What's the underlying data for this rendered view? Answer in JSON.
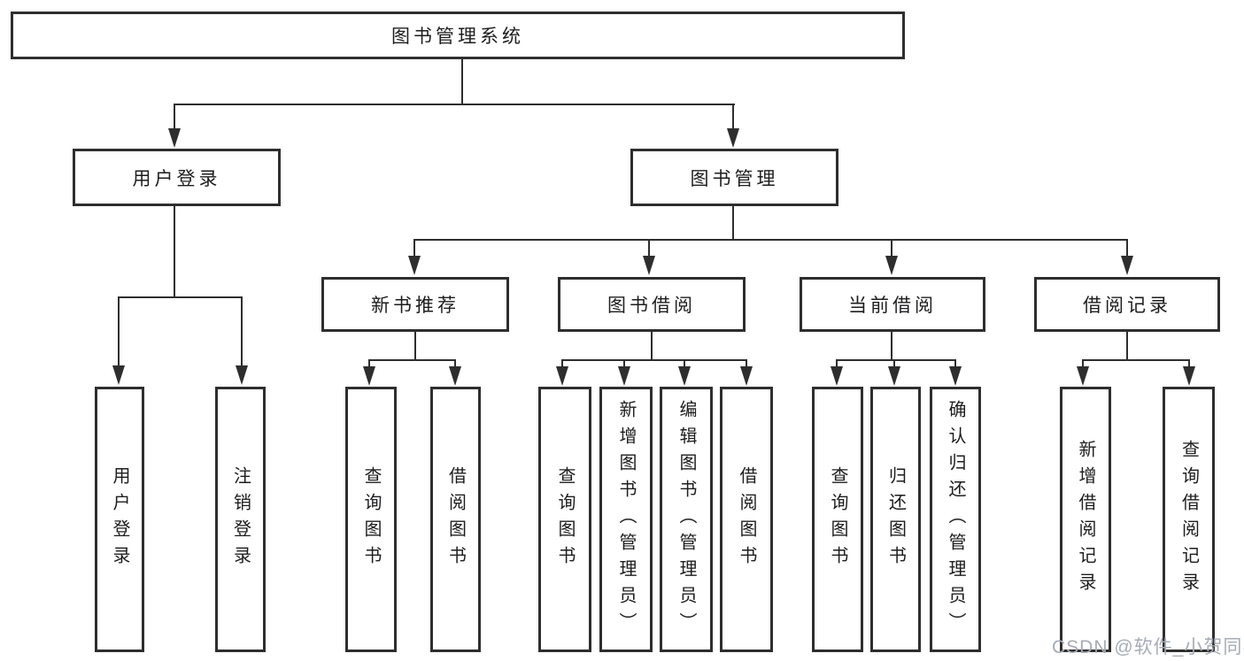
{
  "tree": {
    "root": {
      "label": "图书管理系统"
    },
    "branches": [
      {
        "label": "用户登录",
        "children": [
          {
            "label": "用户登录"
          },
          {
            "label": "注销登录"
          }
        ]
      },
      {
        "label": "图书管理",
        "children": [
          {
            "label": "新书推荐",
            "children": [
              {
                "label": "查询图书"
              },
              {
                "label": "借阅图书"
              }
            ]
          },
          {
            "label": "图书借阅",
            "children": [
              {
                "label": "查询图书"
              },
              {
                "label": "新增图书（管理员）"
              },
              {
                "label": "编辑图书（管理员）"
              },
              {
                "label": "借阅图书"
              }
            ]
          },
          {
            "label": "当前借阅",
            "children": [
              {
                "label": "查询图书"
              },
              {
                "label": "归还图书"
              },
              {
                "label": "确认归还（管理员）"
              }
            ]
          },
          {
            "label": "借阅记录",
            "children": [
              {
                "label": "新增借阅记录"
              },
              {
                "label": "查询借阅记录"
              }
            ]
          }
        ]
      }
    ]
  },
  "watermark": {
    "text": "CSDN @软件_小贺同学"
  },
  "colors": {
    "line": "#2e2e2e",
    "text": "#1d1d1f",
    "watermark": "#a6acb6",
    "background": "#ffffff"
  }
}
